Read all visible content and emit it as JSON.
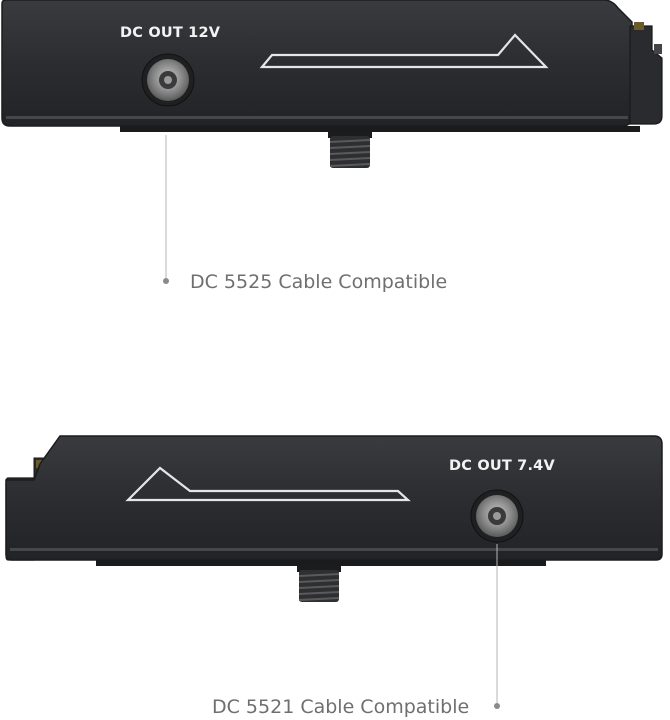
{
  "product_top": {
    "port_label": "DC OUT 12V",
    "caption": "DC 5525 Cable Compatible"
  },
  "product_bottom": {
    "port_label": "DC OUT 7.4V",
    "caption": "DC 5521 Cable Compatible"
  },
  "colors": {
    "body": "#2b2c2f",
    "body_edge": "#46474b",
    "callout_line": "#b5b5b5",
    "caption_text": "#6f6f6f",
    "label_text": "#f3f3f3"
  }
}
